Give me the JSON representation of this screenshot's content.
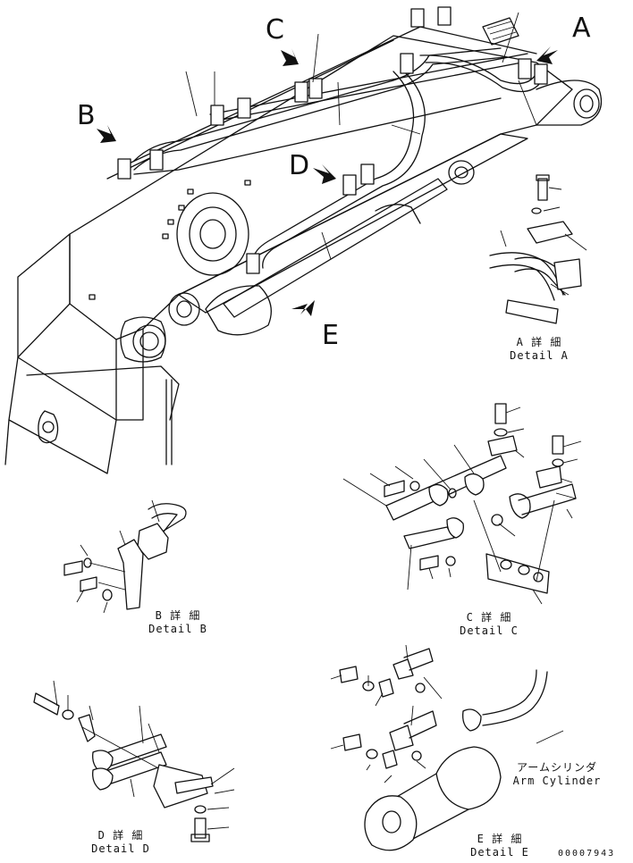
{
  "callouts": {
    "a": "A",
    "b": "B",
    "c": "C",
    "d": "D",
    "e": "E"
  },
  "details": {
    "a": {
      "jp": "A 詳 細",
      "en": "Detail A"
    },
    "b": {
      "jp": "B 詳 細",
      "en": "Detail B"
    },
    "c": {
      "jp": "C 詳 細",
      "en": "Detail C"
    },
    "d": {
      "jp": "D 詳 細",
      "en": "Detail D"
    },
    "e": {
      "jp": "E 詳 細",
      "en": "Detail E"
    }
  },
  "arm_cylinder": {
    "jp": "アームシリンダ",
    "en": "Arm Cylinder"
  },
  "drawing_number": "00007943"
}
